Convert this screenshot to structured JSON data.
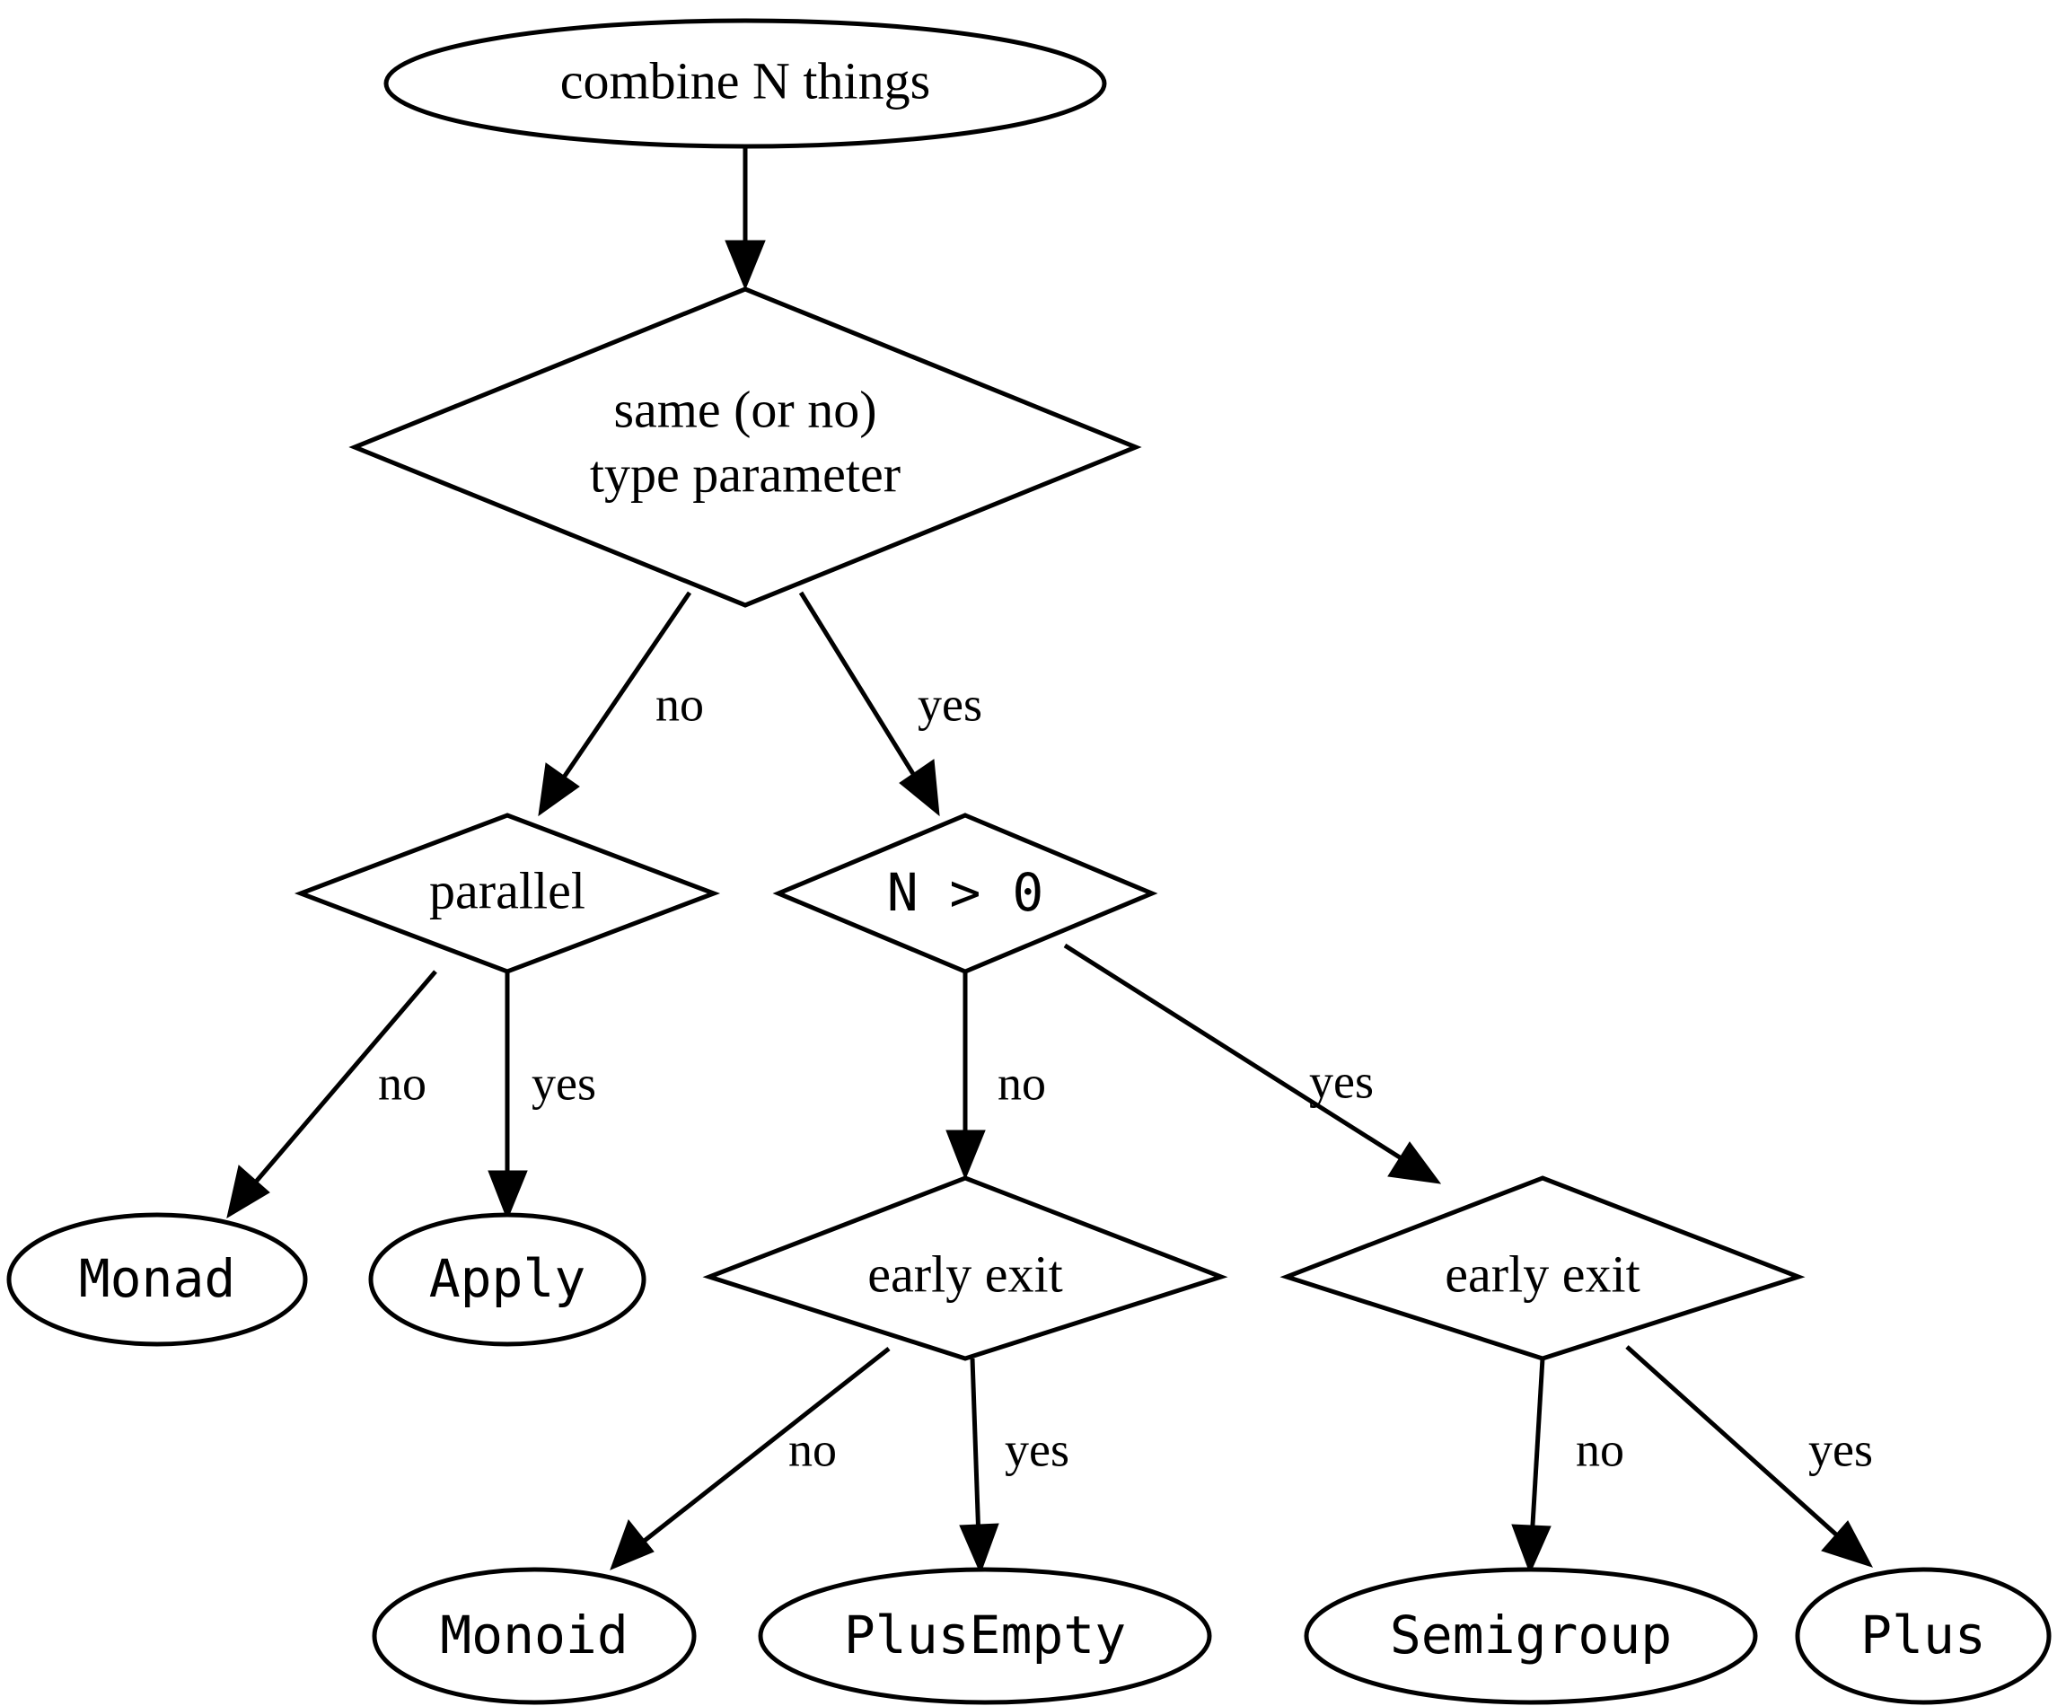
{
  "diagram": {
    "type": "decision-flowchart",
    "title": "combine N things",
    "background_color": "#ffffff",
    "stroke_color": "#000000",
    "nodes": [
      {
        "id": "start",
        "label": "combine N things",
        "shape": "ellipse",
        "font": "serif"
      },
      {
        "id": "same_type",
        "label_line1": "same (or no)",
        "label_line2": "type parameter",
        "shape": "diamond",
        "font": "serif"
      },
      {
        "id": "parallel",
        "label": "parallel",
        "shape": "diamond",
        "font": "serif"
      },
      {
        "id": "n_gt_0",
        "label": "N > 0",
        "shape": "diamond",
        "font": "mono"
      },
      {
        "id": "monad",
        "label": "Monad",
        "shape": "ellipse",
        "font": "mono"
      },
      {
        "id": "apply",
        "label": "Apply",
        "shape": "ellipse",
        "font": "mono"
      },
      {
        "id": "early_exit_l",
        "label": "early exit",
        "shape": "diamond",
        "font": "serif"
      },
      {
        "id": "early_exit_r",
        "label": "early exit",
        "shape": "diamond",
        "font": "serif"
      },
      {
        "id": "monoid",
        "label": "Monoid",
        "shape": "ellipse",
        "font": "mono"
      },
      {
        "id": "plusempty",
        "label": "PlusEmpty",
        "shape": "ellipse",
        "font": "mono"
      },
      {
        "id": "semigroup",
        "label": "Semigroup",
        "shape": "ellipse",
        "font": "mono"
      },
      {
        "id": "plus",
        "label": "Plus",
        "shape": "ellipse",
        "font": "mono"
      }
    ],
    "edges": [
      {
        "from": "start",
        "to": "same_type",
        "label": ""
      },
      {
        "from": "same_type",
        "to": "parallel",
        "label": "no"
      },
      {
        "from": "same_type",
        "to": "n_gt_0",
        "label": "yes"
      },
      {
        "from": "parallel",
        "to": "monad",
        "label": "no"
      },
      {
        "from": "parallel",
        "to": "apply",
        "label": "yes"
      },
      {
        "from": "n_gt_0",
        "to": "early_exit_l",
        "label": "no"
      },
      {
        "from": "n_gt_0",
        "to": "early_exit_r",
        "label": "yes"
      },
      {
        "from": "early_exit_l",
        "to": "monoid",
        "label": "no"
      },
      {
        "from": "early_exit_l",
        "to": "plusempty",
        "label": "yes"
      },
      {
        "from": "early_exit_r",
        "to": "semigroup",
        "label": "no"
      },
      {
        "from": "early_exit_r",
        "to": "plus",
        "label": "yes"
      }
    ]
  }
}
